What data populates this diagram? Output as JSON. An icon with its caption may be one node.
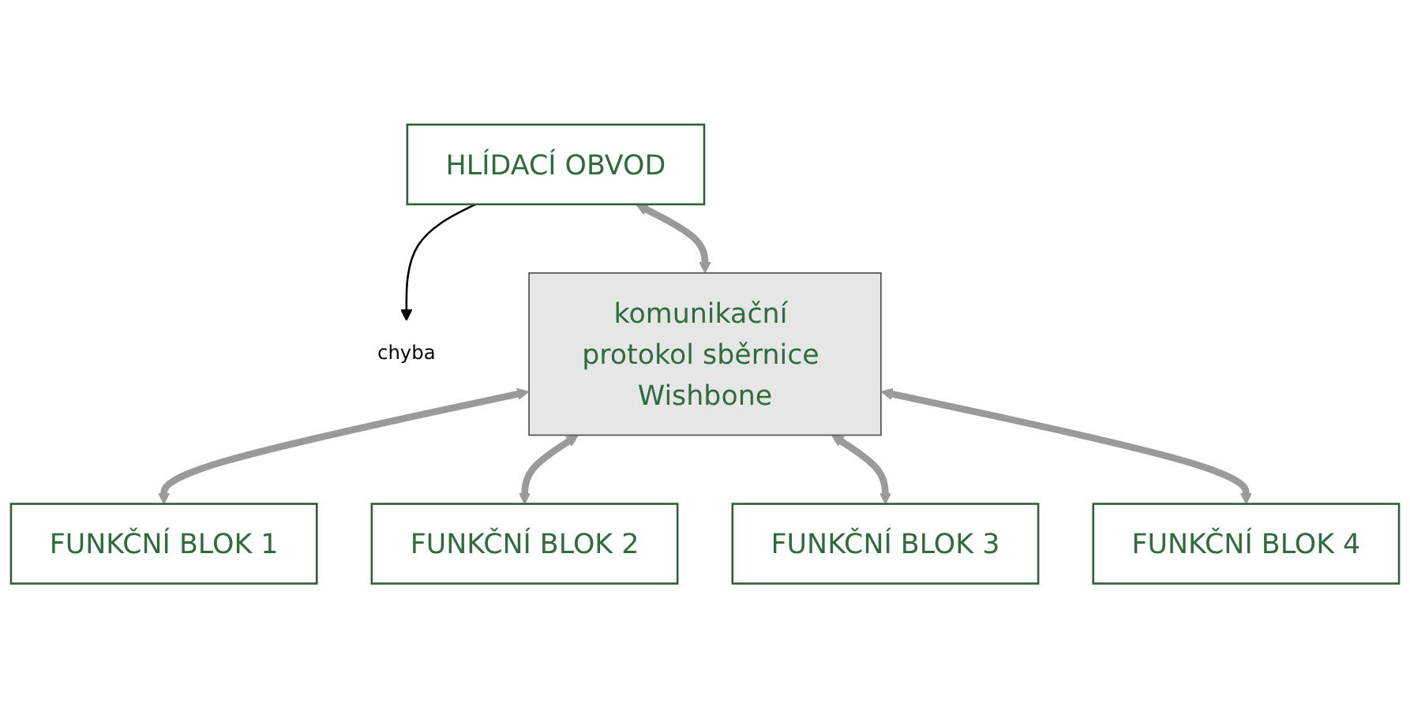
{
  "diagram": {
    "nodes": [
      {
        "text": [
          "HLÍDACÍ OBVOD"
        ]
      },
      {
        "text": [
          "chyba"
        ]
      },
      {
        "text": [
          "komunikační protokol sběrnice Wishbone"
        ]
      },
      {
        "text": [
          "FUNKČNÍ BLOK 1"
        ]
      },
      {
        "text": [
          "FUNKČNÍ BLOK 2"
        ]
      },
      {
        "text": [
          "FUNKČNÍ BLOK 3"
        ]
      },
      {
        "text": [
          "FUNKČNÍ BLOK 4"
        ]
      }
    ],
    "edges": [
      {
        "from": 0,
        "to": 1,
        "arrow": "to",
        "color": "#000000"
      },
      {
        "from": 0,
        "to": 2,
        "arrow": "both"
      },
      {
        "from": 2,
        "to": 3,
        "arrow": "both"
      },
      {
        "from": 2,
        "to": 4,
        "arrow": "both"
      },
      {
        "from": 2,
        "to": 5,
        "arrow": "both"
      },
      {
        "from": 2,
        "to": 6,
        "arrow": "both"
      }
    ]
  }
}
